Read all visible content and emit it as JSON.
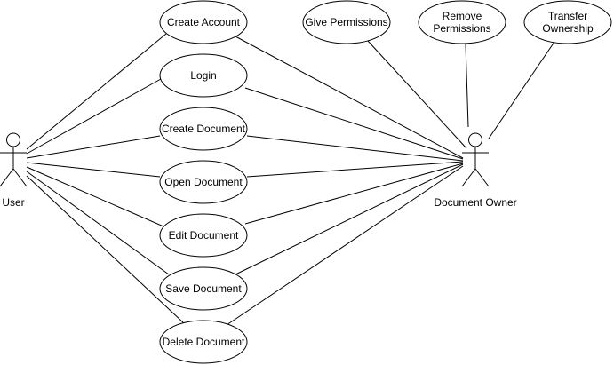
{
  "actors": [
    {
      "id": "user",
      "label": "User"
    },
    {
      "id": "owner",
      "label": "Document Owner"
    }
  ],
  "use_cases": [
    {
      "id": "create-account",
      "lines": [
        "Create Account"
      ]
    },
    {
      "id": "login",
      "lines": [
        "Login"
      ]
    },
    {
      "id": "create-document",
      "lines": [
        "Create Document"
      ]
    },
    {
      "id": "open-document",
      "lines": [
        "Open Document"
      ]
    },
    {
      "id": "edit-document",
      "lines": [
        "Edit Document"
      ]
    },
    {
      "id": "save-document",
      "lines": [
        "Save Document"
      ]
    },
    {
      "id": "delete-document",
      "lines": [
        "Delete Document"
      ]
    },
    {
      "id": "give-permissions",
      "lines": [
        "Give Permissions"
      ]
    },
    {
      "id": "remove-permissions",
      "lines": [
        "Remove",
        "Permissions"
      ]
    },
    {
      "id": "transfer-ownership",
      "lines": [
        "Transfer",
        "Ownership"
      ]
    }
  ],
  "associations": [
    {
      "actor": "user",
      "use_case": "create-account"
    },
    {
      "actor": "user",
      "use_case": "login"
    },
    {
      "actor": "user",
      "use_case": "create-document"
    },
    {
      "actor": "user",
      "use_case": "open-document"
    },
    {
      "actor": "user",
      "use_case": "edit-document"
    },
    {
      "actor": "user",
      "use_case": "save-document"
    },
    {
      "actor": "user",
      "use_case": "delete-document"
    },
    {
      "actor": "owner",
      "use_case": "create-account"
    },
    {
      "actor": "owner",
      "use_case": "login"
    },
    {
      "actor": "owner",
      "use_case": "create-document"
    },
    {
      "actor": "owner",
      "use_case": "open-document"
    },
    {
      "actor": "owner",
      "use_case": "edit-document"
    },
    {
      "actor": "owner",
      "use_case": "save-document"
    },
    {
      "actor": "owner",
      "use_case": "delete-document"
    },
    {
      "actor": "owner",
      "use_case": "give-permissions"
    },
    {
      "actor": "owner",
      "use_case": "remove-permissions"
    },
    {
      "actor": "owner",
      "use_case": "transfer-ownership"
    }
  ]
}
